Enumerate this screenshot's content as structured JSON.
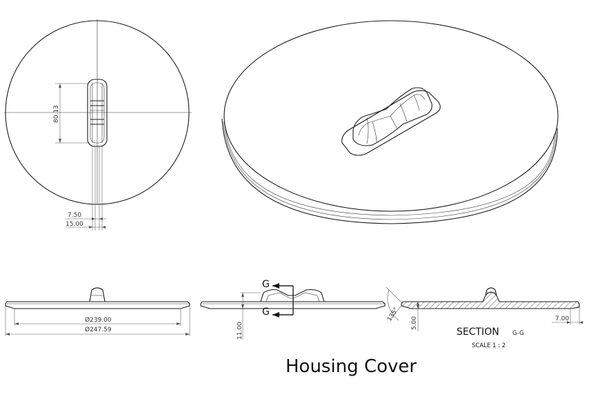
{
  "drawing": {
    "title": "Housing Cover",
    "section": {
      "label": "SECTION",
      "id": "G-G",
      "scale_label": "SCALE 1 : 2",
      "marker_letter": "G"
    },
    "dimensions": {
      "slot_height": "80.13",
      "slot_inner_width": "7.50",
      "slot_outer_width": "15.00",
      "inner_diameter": "Ø239.00",
      "outer_diameter": "Ø247.59",
      "total_height": "11.00",
      "chamfer_angle": "135°",
      "rim_height": "5.00",
      "rim_width": "7.00"
    }
  }
}
